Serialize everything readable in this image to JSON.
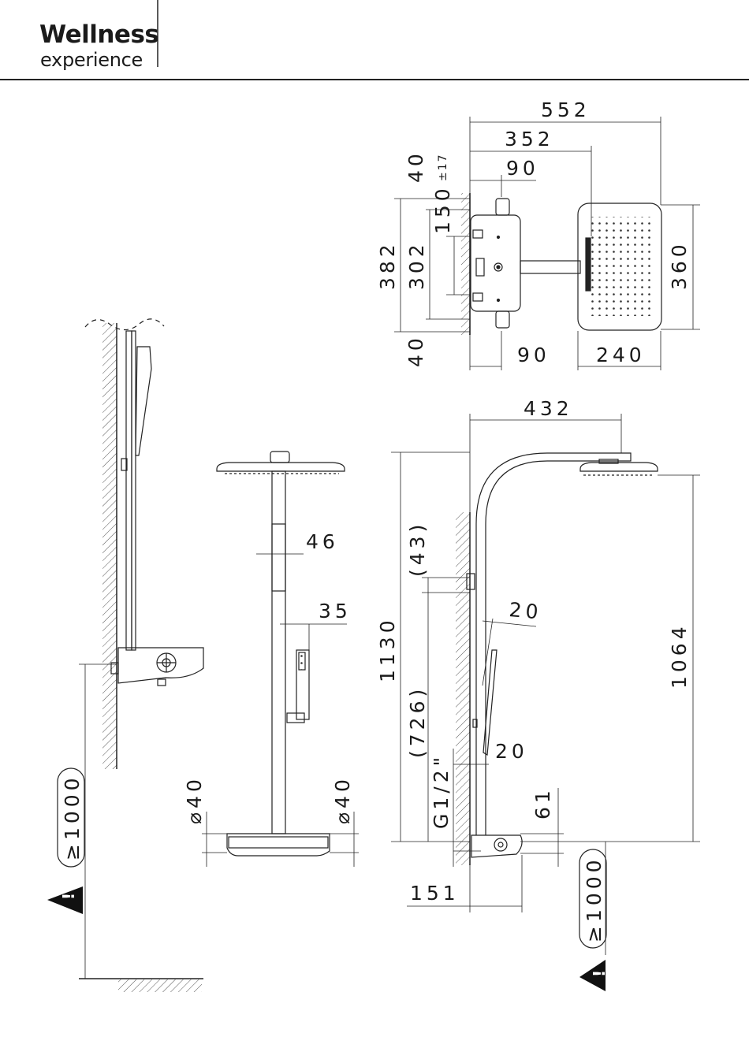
{
  "brand": {
    "line1": "Wellness",
    "line2": "experience"
  },
  "icons": {
    "warning": "warning-triangle-icon"
  },
  "top_view": {
    "dim_552": "552",
    "dim_352": "352",
    "dim_90_top": "90",
    "dim_40_top": "40",
    "dim_150": "150",
    "dim_tol": "±17",
    "dim_382": "382",
    "dim_302": "302",
    "dim_40_bottom": "40",
    "dim_90_bottom": "90",
    "dim_240": "240",
    "dim_360": "360"
  },
  "front_view": {
    "dim_46": "46",
    "dim_35": "35",
    "dim_d40_left": "⌀40",
    "dim_d40_right": "⌀40"
  },
  "left_side_view": {
    "dim_min1000": "≥1000"
  },
  "right_side_view": {
    "dim_432": "432",
    "dim_43": "(43)",
    "dim_1130": "1130",
    "dim_726": "(726)",
    "dim_20_angle": "20",
    "dim_20": "20",
    "dim_g12": "G1/2\"",
    "dim_61": "61",
    "dim_1064": "1064",
    "dim_151": "151",
    "dim_min1000": "≥1000"
  }
}
